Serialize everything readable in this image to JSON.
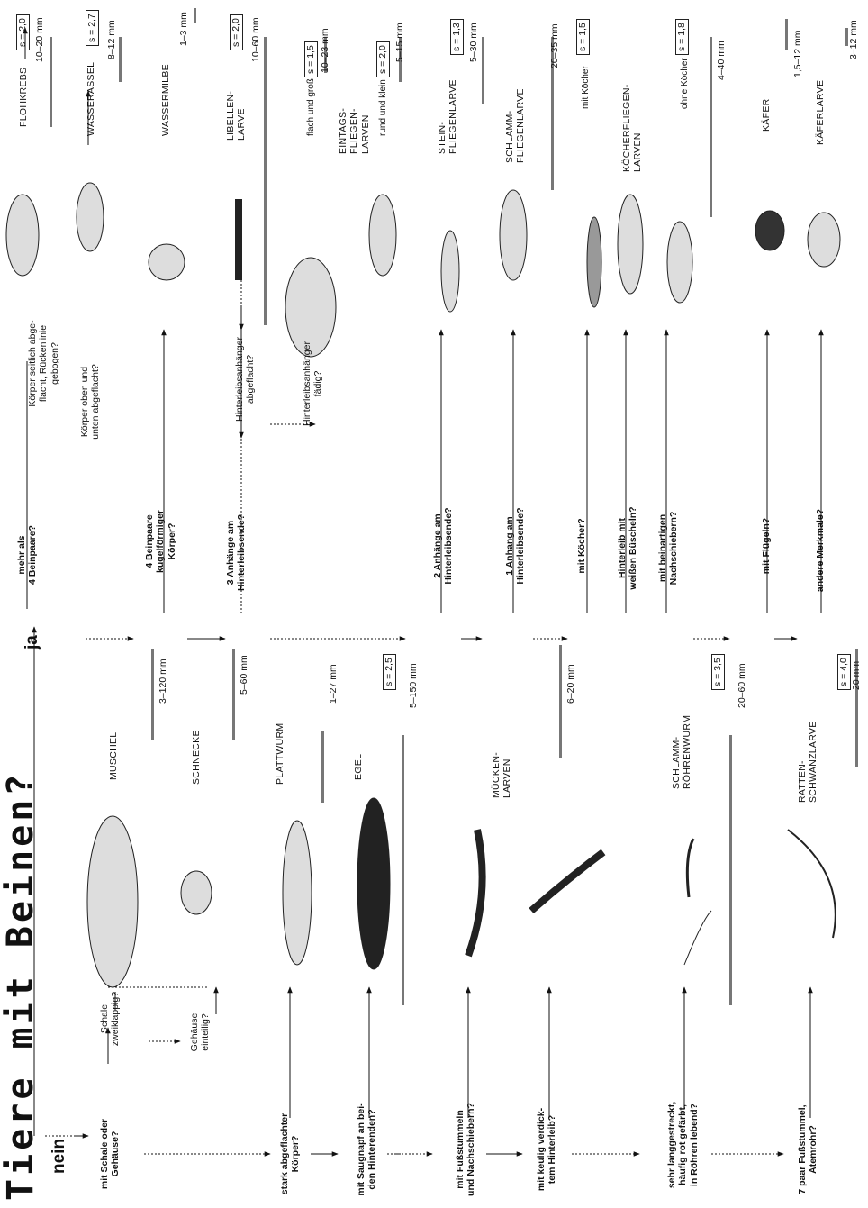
{
  "title": "Tiere mit Beinen?",
  "answers": {
    "ja": "ja",
    "nein": "nein"
  },
  "questions_ja": {
    "q_mehr_als_4": "mehr als\n4 Beinpaare?",
    "q_koerper_seitlich": "Körper seitlich abge-\nflacht, Rückenlinie\ngebogen?",
    "q_koerper_oben": "Körper oben und\nunten abgeflacht?",
    "q_4_beinpaare": "4 Beinpaare\nkugelförmiger\nKörper?",
    "q_3_anhaenge": "3 Anhänge am\nHinterleibsende?",
    "q_hl_abgeflacht": "Hinterleibsanhänger\nabgeflacht?",
    "q_hl_faedig": "Hinterleibsanhänger\nfädig?",
    "q_2_anhaenge": "2 Anhänge am\nHinterleibsende?",
    "q_1_anhang": "1 Anhang am\nHinterleibsende?",
    "q_mit_koecher": "mit Köcher?",
    "q_hinterleib_bueschel": "Hinterleib mit\nweißen Büscheln?",
    "q_nachschieber": "mit beinartigen\nNachschiebern?",
    "q_fluegel": "mit Flügeln?",
    "q_andere": "andere Merkmale?"
  },
  "questions_nein": {
    "q_schale": "mit Schale oder\nGehäuse?",
    "q_zweiklappig": "Schale\nzweiklappig?",
    "q_einteilig": "Gehäuse\neinteilig?",
    "q_abgeflacht": "stark abgeflachter\nKörper?",
    "q_saugnapf": "mit Saugnapf an bei-\nden Hinterenden?",
    "q_fussstummeln": "mit Fußstummeln\nund Nachschiebern?",
    "q_verdickt": "mit keulig verdick-\ntem Hinterleib?",
    "q_langgestreckt": "sehr langgestreckt,\nhäufig rot gefärbt,\nin Röhren lebend?",
    "q_7_paar": "7 paar Fußstummel,\nAtemrohr?"
  },
  "animals_ja": [
    {
      "id": "flohkrebs",
      "name": "FLOHKREBS",
      "size": "10–20 mm",
      "s": "s = 2,0"
    },
    {
      "id": "wasserassel",
      "name": "WASSERASSEL",
      "size": "8–12 mm",
      "s": "s = 2,7"
    },
    {
      "id": "wassermilbe",
      "name": "WASSERMILBE",
      "size": "1–3 mm",
      "s": ""
    },
    {
      "id": "libellenlarve",
      "name": "LIBELLEN-\nLARVE",
      "size": "10–60 mm",
      "s": "s = 2,0"
    },
    {
      "id": "eintagsfliegenlarven",
      "name": "EINTAGS-\nFLIEGEN-\nLARVEN",
      "size": "10–23 mm",
      "s": "s = 1,5",
      "note": "flach und groß",
      "size2": "5–15 mm",
      "s2": "s = 2,0",
      "note2": "rund und klein"
    },
    {
      "id": "steinfliegenlarve",
      "name": "STEIN-\nFLIEGENLARVE",
      "size": "5–30 mm",
      "s": "s = 1,3"
    },
    {
      "id": "schlammfliegenlarve",
      "name": "SCHLAMM-\nFLIEGENLARVE",
      "size": "20–35 mm",
      "s": ""
    },
    {
      "id": "koecherfliegenlarven",
      "name": "KÖCHERFLIEGEN-\nLARVEN",
      "size": "",
      "s": "s = 1,5",
      "note": "mit Köcher",
      "s2": "s = 1,8",
      "note2": "ohne Köcher",
      "size2": "4–40 mm"
    },
    {
      "id": "kaefer",
      "name": "KÄFER",
      "size": "1,5–12 mm",
      "s": ""
    },
    {
      "id": "kaeferlarve",
      "name": "KÄFERLARVE",
      "size": "3–12 mm",
      "s": ""
    }
  ],
  "animals_nein": [
    {
      "id": "muschel",
      "name": "MUSCHEL",
      "size": "3–120 mm",
      "s": ""
    },
    {
      "id": "schnecke",
      "name": "SCHNECKE",
      "size": "5–60 mm",
      "s": ""
    },
    {
      "id": "plattwurm",
      "name": "PLATTWURM",
      "size": "1–27 mm",
      "s": ""
    },
    {
      "id": "egel",
      "name": "EGEL",
      "size": "5–150 mm",
      "s": "s = 2,5"
    },
    {
      "id": "mueckenlarven",
      "name": "MÜCKEN-\nLARVEN",
      "size": "6–20 mm",
      "s": ""
    },
    {
      "id": "schlammroehrenwurm",
      "name": "SCHLAMM-\nRÖHRENWURM",
      "size": "20–60 mm",
      "s": "s = 3,5"
    },
    {
      "id": "rattenschwanzlarve",
      "name": "RATTEN-\nSCHWANZLARVE",
      "size": "20 mm",
      "s": "s = 4,0"
    }
  ]
}
